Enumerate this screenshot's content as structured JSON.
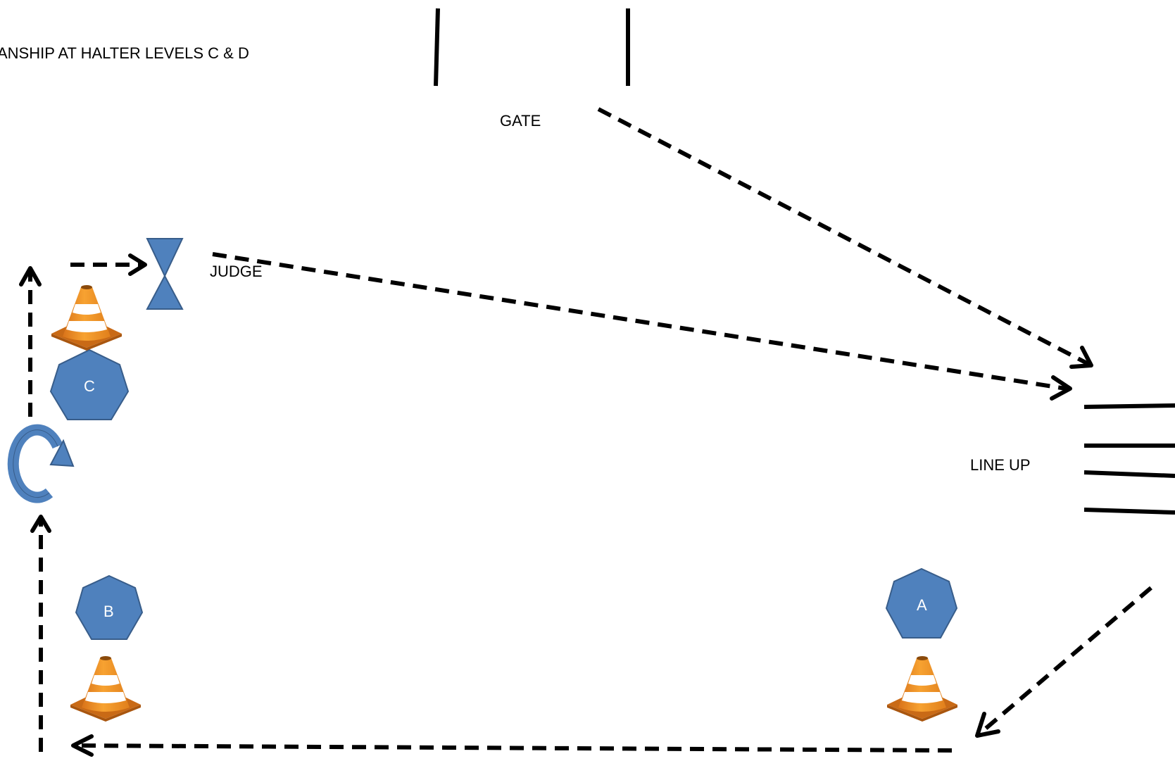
{
  "title": "ANSHIP AT HALTER LEVELS C & D",
  "labels": {
    "gate": "GATE",
    "judge": "JUDGE",
    "line_up": "LINE UP"
  },
  "markers": {
    "a": "A",
    "b": "B",
    "c": "C"
  },
  "icons": {
    "cone": "traffic-cone-icon",
    "judge": "hourglass-judge-icon",
    "turn": "circular-turn-arrow-icon",
    "marker": "heptagon-marker-icon"
  },
  "colors": {
    "marker_fill": "#4f81bd",
    "marker_stroke": "#385d8a",
    "cone_orange": "#f39c1e",
    "cone_dark": "#d9731a",
    "line": "#000000"
  }
}
